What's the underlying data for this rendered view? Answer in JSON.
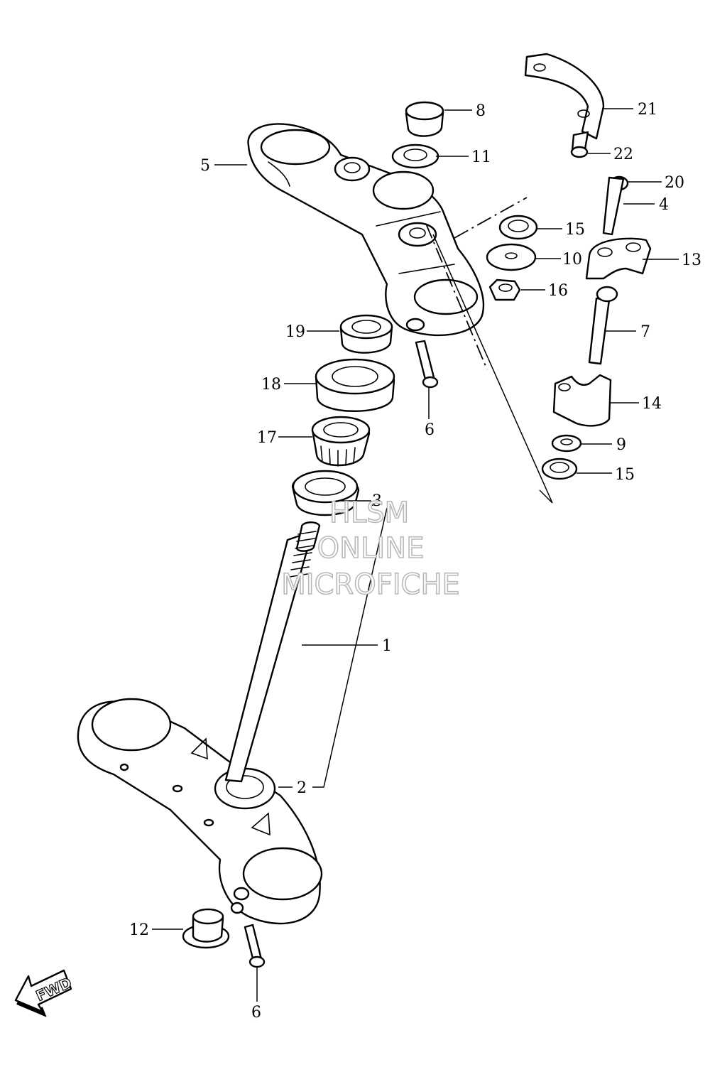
{
  "callouts": {
    "c1": "1",
    "c2": "2",
    "c3": "3",
    "c4": "4",
    "c5": "5",
    "c6a": "6",
    "c6b": "6",
    "c7": "7",
    "c8": "8",
    "c9": "9",
    "c10": "10",
    "c11": "11",
    "c12": "12",
    "c13": "13",
    "c14": "14",
    "c15a": "15",
    "c15b": "15",
    "c16": "16",
    "c17": "17",
    "c18": "18",
    "c19": "19",
    "c20": "20",
    "c21": "21",
    "c22": "22"
  },
  "watermark": {
    "line1": "HLSM",
    "line2": "ONLINE",
    "line3": "MICROFICHE"
  },
  "direction_indicator": {
    "label": "FWD",
    "icon": "arrow-down-left-icon"
  }
}
